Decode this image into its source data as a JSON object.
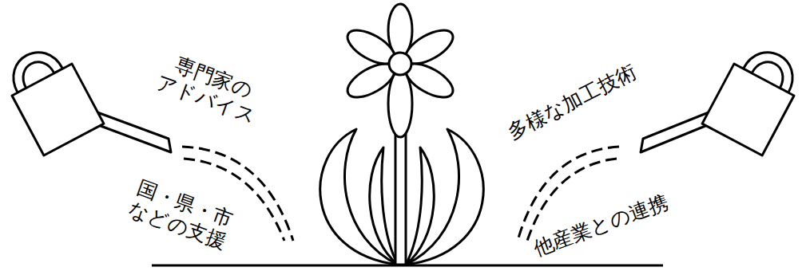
{
  "diagram": {
    "labels": [
      "専門家の アドバイス",
      "国・県・市 などの支援",
      "多様な加工技術",
      "他産業との連携"
    ]
  }
}
